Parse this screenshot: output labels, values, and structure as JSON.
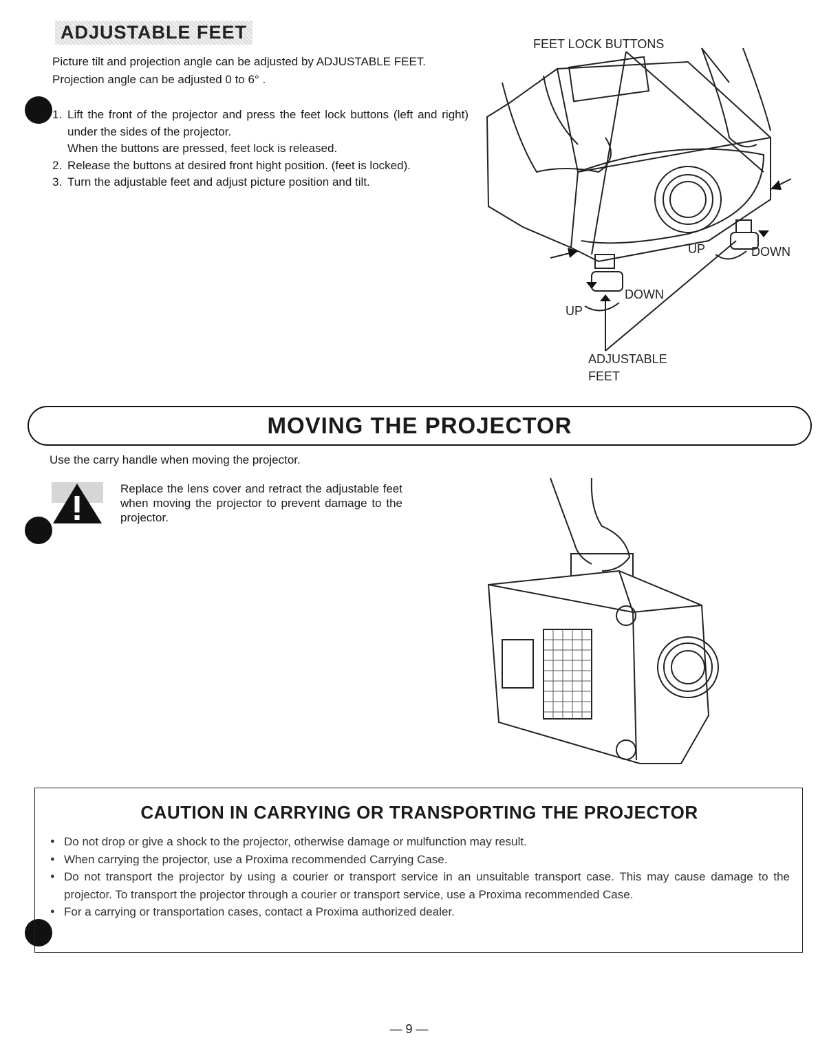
{
  "feet_section": {
    "title": "ADJUSTABLE FEET",
    "intro": "Picture tilt and projection angle can be adjusted by ADJUSTABLE FEET. Projection angle can be adjusted 0 to 6° .",
    "steps": [
      {
        "num": "1.",
        "text": "Lift the front of the projector and press the feet lock buttons (left and right) under the sides of the projector.",
        "subtext": "When the buttons are pressed, feet lock is released."
      },
      {
        "num": "2.",
        "text": "Release the buttons at desired front hight position. (feet is locked)."
      },
      {
        "num": "3.",
        "text": "Turn the adjustable feet and adjust picture position and tilt."
      }
    ],
    "figure": {
      "label_lock": "FEET LOCK BUTTONS",
      "label_up_right": "UP",
      "label_down_right": "DOWN",
      "label_down_left": "DOWN",
      "label_up_left": "UP",
      "label_feet_1": "ADJUSTABLE",
      "label_feet_2": "FEET"
    }
  },
  "moving_section": {
    "title": "MOVING THE PROJECTOR",
    "carry_text": "Use the carry handle when moving the projector.",
    "warning": "Replace the lens cover and retract the adjustable feet when moving the projector to prevent damage to the projector."
  },
  "caution": {
    "title": "CAUTION IN CARRYING OR TRANSPORTING THE PROJECTOR",
    "items": [
      "Do not drop or give a shock to the projector, otherwise damage or mulfunction may result.",
      "When carrying the projector, use a Proxima recommended Carrying Case.",
      "Do not transport the projector by using a courier or transport service in an unsuitable transport case. This may cause damage to the projector. To transport the projector through a courier or transport service, use a Proxima recommended Case.",
      "For a carrying or transportation cases, contact a Proxima authorized dealer."
    ]
  },
  "page_number": "— 9 —"
}
